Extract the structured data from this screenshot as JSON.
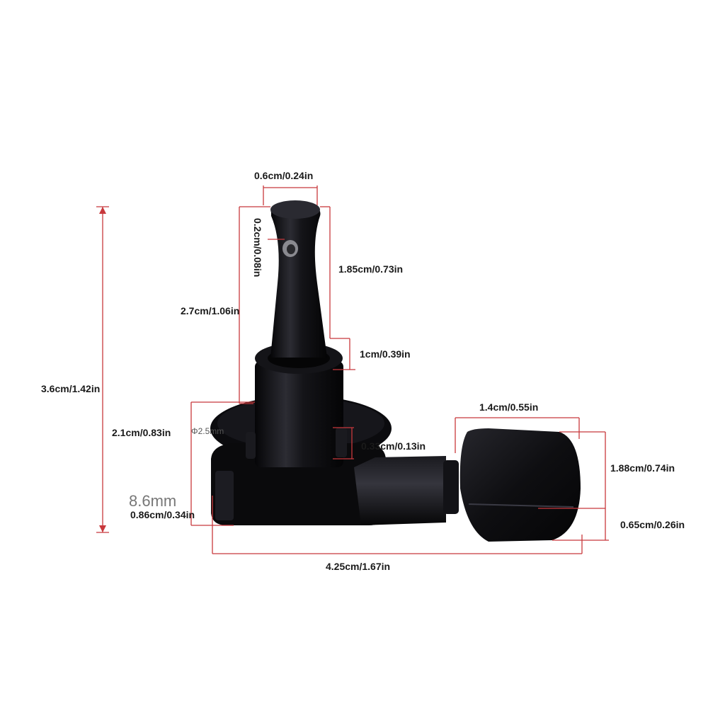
{
  "dimensions": {
    "total_height": "3.6cm/1.42in",
    "post_height": "2.7cm/1.06in",
    "top_width": "0.6cm/0.24in",
    "hole_diameter": "0.2cm/0.08in",
    "upper_shaft": "1.85cm/0.73in",
    "bushing": "1cm/0.39in",
    "base_height": "2.1cm/0.83in",
    "pin_height": "0.33cm/0.13in",
    "button_width": "1.4cm/0.55in",
    "button_height": "1.88cm/0.74in",
    "button_thickness": "0.65cm/0.26in",
    "housing_side": "0.86cm/0.34in",
    "overall_length": "4.25cm/1.67in"
  },
  "etched": {
    "phi": "Φ2.5mm",
    "mm": "8.6mm"
  },
  "colors": {
    "dimension_line": "#c8383c",
    "part_body": "#0d0d10",
    "highlight": "#3a3a44"
  }
}
